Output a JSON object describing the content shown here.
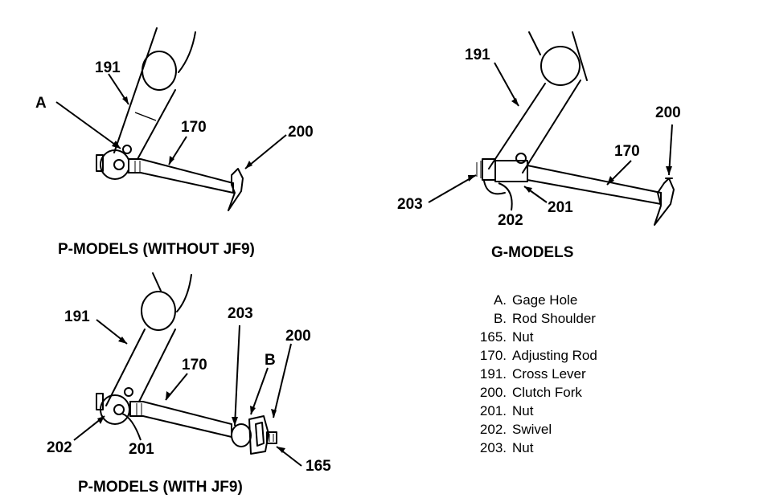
{
  "captions": {
    "p_without": "P-MODELS (WITHOUT JF9)",
    "g_models": "G-MODELS",
    "p_with": "P-MODELS (WITH JF9)"
  },
  "callouts": {
    "p_without": {
      "a": "A",
      "lever": "191",
      "rod": "170",
      "fork": "200"
    },
    "g_models": {
      "lever": "191",
      "fork": "200",
      "rod": "170",
      "nut_203": "203",
      "swivel": "202",
      "nut_201": "201"
    },
    "p_with": {
      "lever": "191",
      "rod": "170",
      "nut_203": "203",
      "b": "B",
      "fork": "200",
      "swivel": "202",
      "nut_201": "201",
      "nut_165": "165"
    }
  },
  "legend": [
    {
      "key": "A.",
      "text": "Gage Hole"
    },
    {
      "key": "B.",
      "text": "Rod Shoulder"
    },
    {
      "key": "165.",
      "text": "Nut"
    },
    {
      "key": "170.",
      "text": "Adjusting Rod"
    },
    {
      "key": "191.",
      "text": "Cross Lever"
    },
    {
      "key": "200.",
      "text": "Clutch Fork"
    },
    {
      "key": "201.",
      "text": "Nut"
    },
    {
      "key": "202.",
      "text": "Swivel"
    },
    {
      "key": "203.",
      "text": "Nut"
    }
  ]
}
